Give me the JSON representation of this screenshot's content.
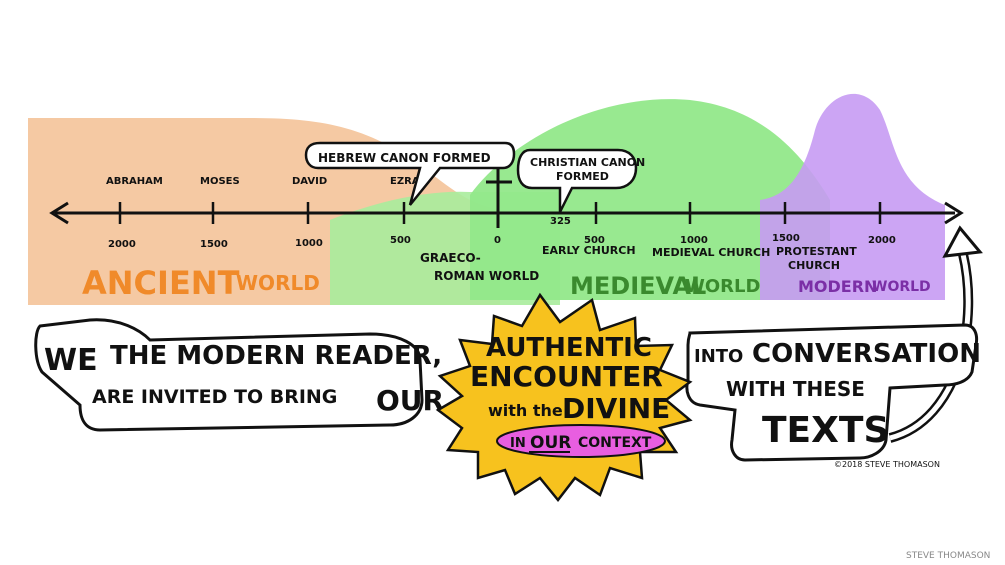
{
  "timeline": {
    "people": [
      "ABRAHAM",
      "MOSES",
      "DAVID",
      "EZRA"
    ],
    "ticks": [
      "2000",
      "1500",
      "1000",
      "500",
      "0",
      "500",
      "1000",
      "1500",
      "2000"
    ],
    "mark_325": "325",
    "callouts": {
      "hebrew": "HEBREW CANON FORMED",
      "christian_line1": "CHRISTIAN CANON",
      "christian_line2": "FORMED"
    },
    "eras": {
      "graeco_line1": "GRAECO-",
      "graeco_line2": "ROMAN WORLD",
      "early_church": "EARLY CHURCH",
      "medieval_church": "MEDIEVAL CHURCH",
      "protestant_line1": "PROTESTANT",
      "protestant_line2": "CHURCH"
    },
    "worlds": {
      "ancient_big": "ANCIENT",
      "ancient_small": "WORLD",
      "medieval_big": "MEDIEVAL",
      "medieval_small": "WORLD",
      "modern_big": "MODERN",
      "modern_small": "WORLD"
    },
    "colors": {
      "ancient": "#f5c9a3",
      "graeco": "#a8ec9c",
      "medieval": "#92e88a",
      "modern": "#c79bf3",
      "ancient_text": "#f08a2a",
      "medieval_text": "#3a8a2e",
      "modern_text": "#7b2fa6"
    }
  },
  "message": {
    "left_line1_a": "WE",
    "left_line1_b": "THE MODERN READER,",
    "left_line2": "ARE INVITED TO BRING",
    "left_our": "OUR",
    "center_line1": "AUTHENTIC",
    "center_line2": "ENCOUNTER",
    "center_line3_a": "with the",
    "center_line3_b": "DIVINE",
    "badge_a": "IN",
    "badge_b": "OUR",
    "badge_c": "CONTEXT",
    "right_line1_a": "INTO",
    "right_line1_b": "CONVERSATION",
    "right_line2": "WITH THESE",
    "right_line3": "TEXTS",
    "copyright": "©2018 STEVE THOMASON",
    "signature": "STEVE THOMASON",
    "colors": {
      "starburst": "#f7c21e",
      "badge": "#e85ee0"
    }
  }
}
